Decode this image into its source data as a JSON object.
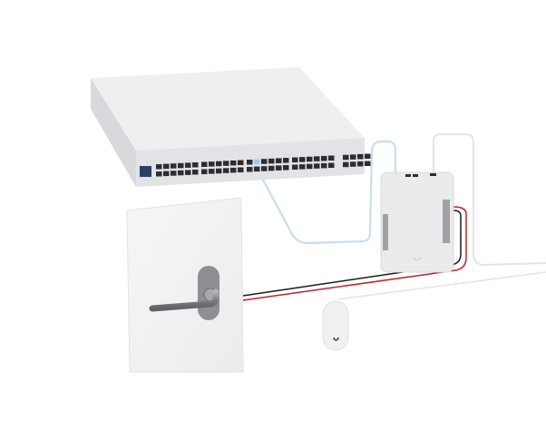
{
  "scene": {
    "devices": [
      "network-switch",
      "door-hub",
      "door-lock",
      "access-reader"
    ],
    "colors": {
      "background": "#ffffff",
      "device_body": "#e9eaec",
      "device_front": "#dfe0e3",
      "port": "#2b2d31",
      "uplink_cable": "#bcd6ee",
      "ethernet_cable": "#e4e6ea",
      "power_red": "#c8202a",
      "power_black": "#1a1a1a",
      "lock_metal": "#8a8c8f",
      "door": "#f1f1f2"
    }
  }
}
